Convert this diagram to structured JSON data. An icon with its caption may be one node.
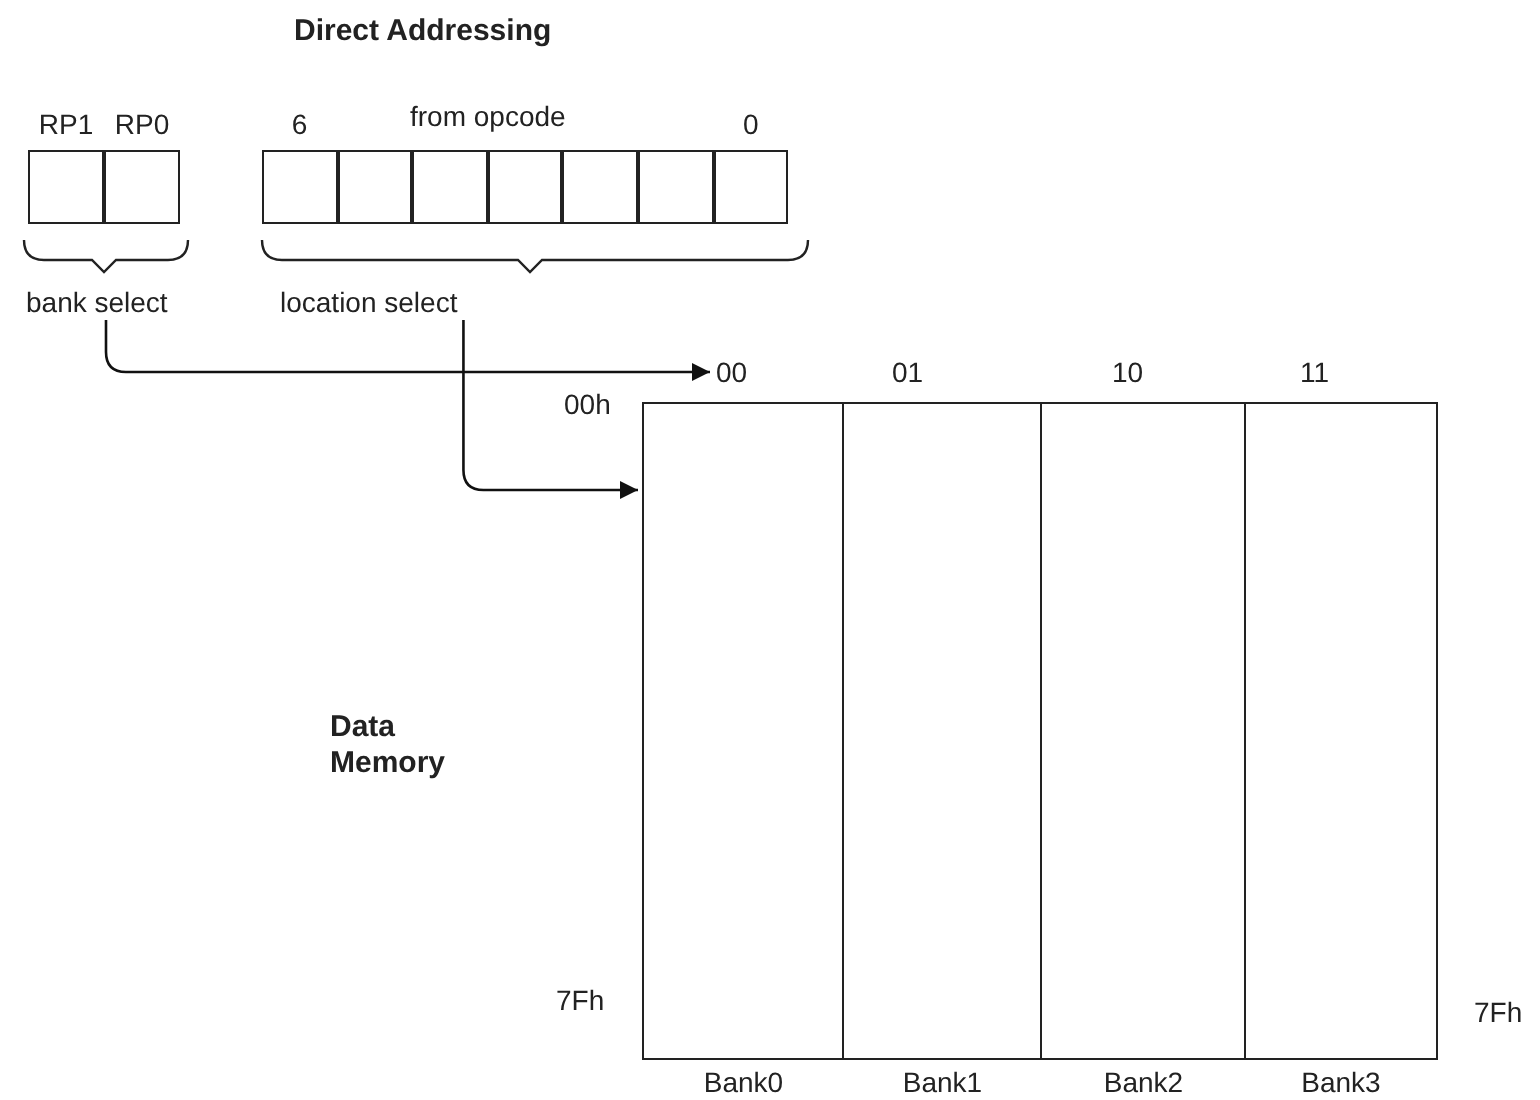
{
  "diagram": {
    "title": "Direct Addressing",
    "nodes": [
      {
        "text": [
          "RP1"
        ]
      },
      {
        "text": [
          "RP0"
        ]
      },
      {
        "text": [
          "6"
        ]
      },
      {
        "text": [],
        "shape": "box"
      },
      {
        "text": [],
        "shape": "box"
      },
      {
        "text": [],
        "shape": "box"
      },
      {
        "text": [],
        "shape": "box"
      },
      {
        "text": [],
        "shape": "box"
      },
      {
        "text": [
          "0"
        ]
      },
      {
        "text": [
          "bank select"
        ]
      },
      {
        "text": [
          "location select"
        ]
      },
      {
        "text": [
          "00"
        ]
      },
      {
        "text": [
          "01"
        ]
      },
      {
        "text": [
          "10"
        ]
      },
      {
        "text": [
          "11"
        ]
      },
      {
        "text": [
          "Bank0"
        ]
      },
      {
        "text": [
          "Bank1"
        ]
      },
      {
        "text": [
          "Bank2"
        ]
      },
      {
        "text": [
          "Bank3"
        ]
      }
    ],
    "edges": [
      {
        "from": 9,
        "to": 11,
        "arrow": "to"
      },
      {
        "from": 10,
        "to": 15,
        "arrow": "to"
      }
    ],
    "labels": [
      "from opcode",
      "00h",
      "Data Memory",
      "7Fh",
      "7Fh"
    ]
  }
}
